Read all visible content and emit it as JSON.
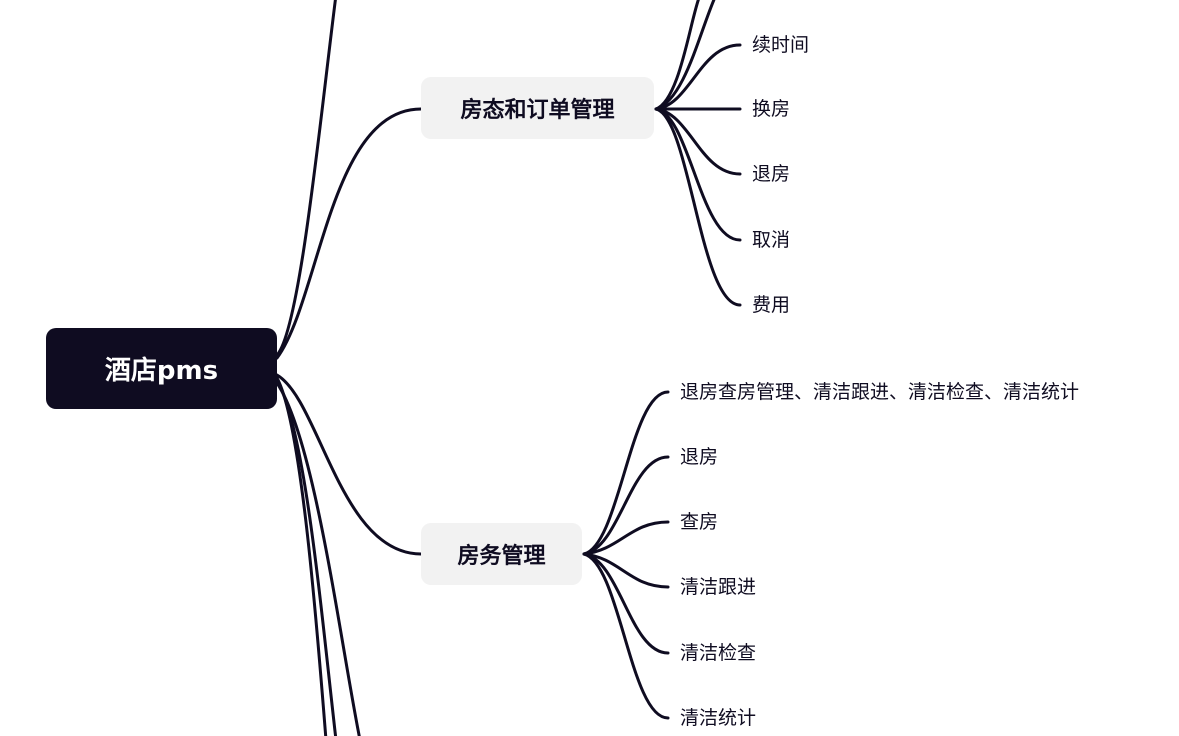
{
  "root": {
    "label": "酒店pms"
  },
  "branches": [
    {
      "label": "房态和订单管理",
      "children": [
        "续时间",
        "换房",
        "退房",
        "取消",
        "费用"
      ]
    },
    {
      "label": "房务管理",
      "children": [
        "退房查房管理、清洁跟进、清洁检查、清洁统计",
        "退房",
        "查房",
        "清洁跟进",
        "清洁检查",
        "清洁统计"
      ]
    }
  ],
  "colors": {
    "line": "#0f0c21",
    "root_bg": "#0f0c21",
    "node_bg": "#f2f2f2"
  }
}
